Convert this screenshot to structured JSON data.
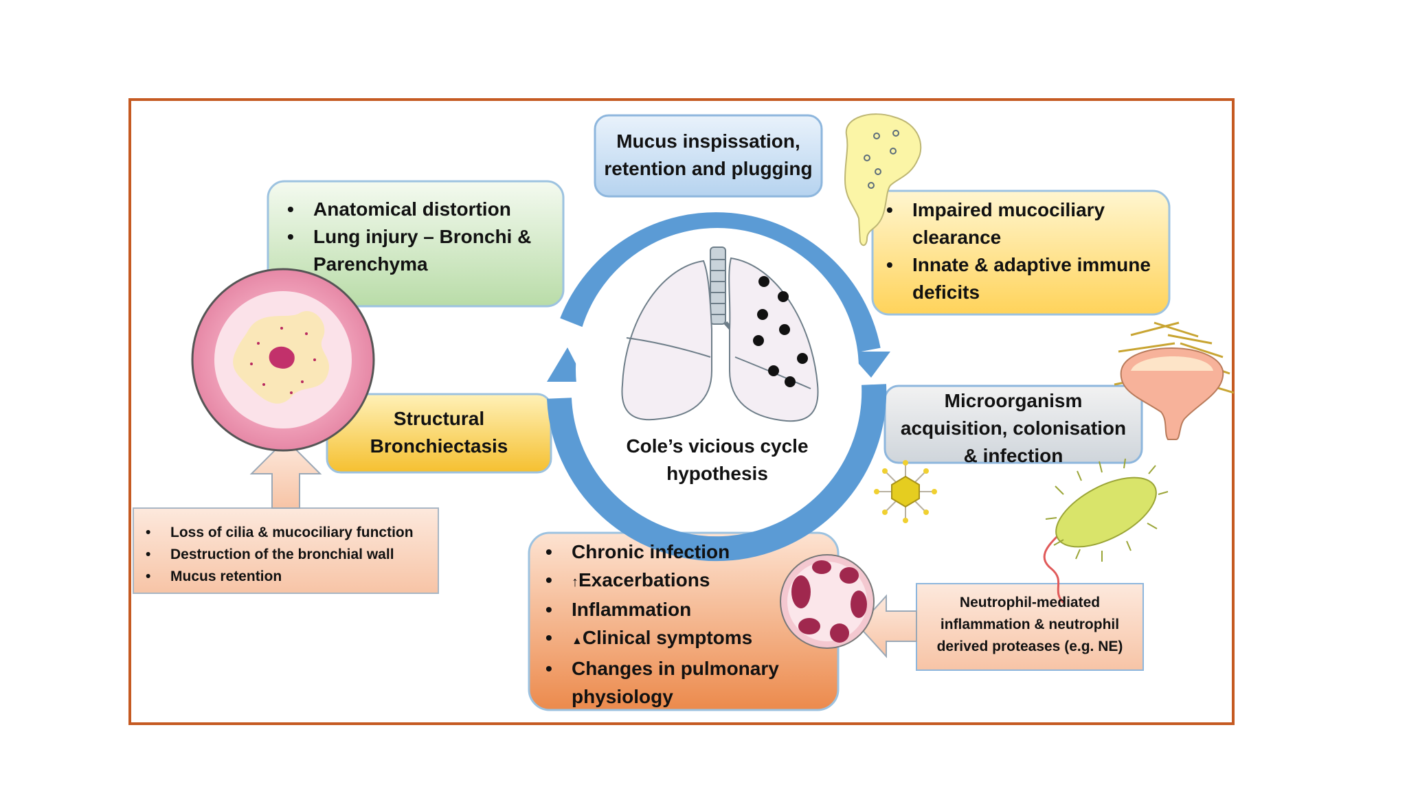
{
  "center": {
    "line1": "Cole’s vicious cycle",
    "line2": "hypothesis"
  },
  "mucus_box": {
    "line1": "Mucus inspissation,",
    "line2": "retention and plugging"
  },
  "anatomy_box": {
    "items": [
      "Anatomical distortion",
      "Lung injury – Bronchi &",
      "Parenchyma"
    ]
  },
  "immune_box": {
    "items": [
      "Impaired mucociliary",
      "clearance",
      "Innate & adaptive immune",
      "deficits"
    ]
  },
  "micro_box": {
    "line1": "Microorganism",
    "line2": "acquisition, colonisation",
    "line3": "& infection"
  },
  "bronchiectasis_box": {
    "line1": "Structural",
    "line2": "Bronchiectasis"
  },
  "cilia_box": {
    "items": [
      "Loss of cilia & mucociliary function",
      "Destruction of the bronchial wall",
      "Mucus retention"
    ]
  },
  "infection_box": {
    "items": [
      "Chronic infection",
      "Exacerbations",
      "Inflammation",
      "Clinical symptoms",
      "Changes in pulmonary",
      "physiology"
    ]
  },
  "neutrophil_box": {
    "line1": "Neutrophil-mediated",
    "line2": "inflammation & neutrophil",
    "line3": "derived proteases (e.g. NE)"
  },
  "colors": {
    "frame": "#c55a22",
    "cycle": "#5b9bd5",
    "green_box": "#d6eccd",
    "yellow_box": "#ffe28a",
    "blue_box": "#d3e5f7",
    "orange_box": "#f3a36e",
    "peach_box": "#fbd3bd"
  }
}
